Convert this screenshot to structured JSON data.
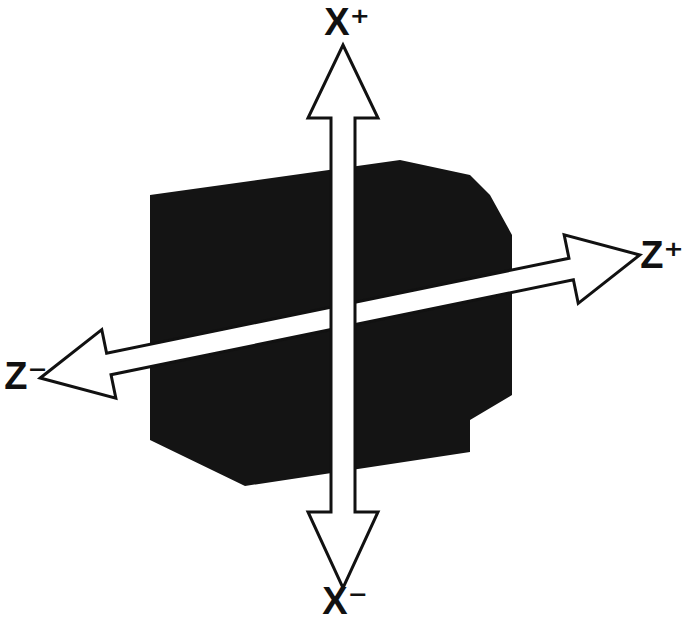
{
  "diagram": {
    "labels": [
      "X⁺",
      "X⁻",
      "Z⁺",
      "Z⁻"
    ]
  }
}
